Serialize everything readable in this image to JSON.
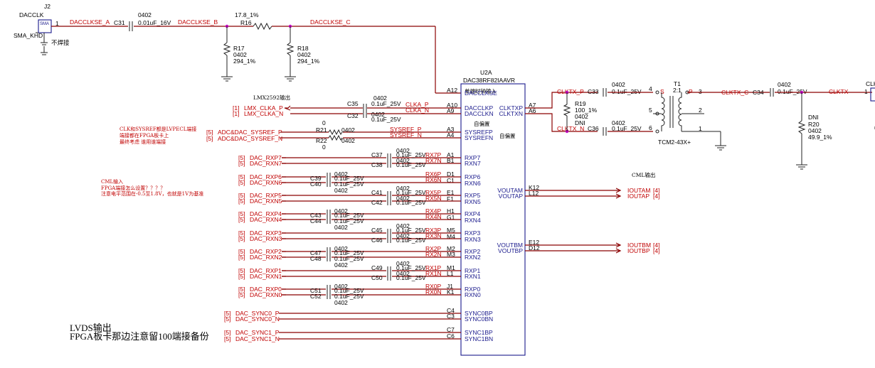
{
  "connector": {
    "name": "DACCLK",
    "ref": "J2",
    "label": "SMA",
    "type": "SMA_KHD",
    "pin": "1",
    "note": "不焊接"
  },
  "components": {
    "c31": {
      "ref": "C31",
      "pkg": "0402",
      "val": "0.01uF_16V"
    },
    "r16": {
      "ref": "R16",
      "val": "17.8_1%"
    },
    "r17": {
      "ref": "R17",
      "pkg": "0402",
      "val": "294_1%"
    },
    "r18": {
      "ref": "R18",
      "pkg": "0402",
      "val": "294_1%"
    },
    "r19": {
      "ref": "R19",
      "val": "100_1%",
      "pkg": "0402",
      "note": "DNI"
    },
    "r20": {
      "ref": "R20",
      "pkg": "0402",
      "val": "49.9_1%",
      "note": "DNI"
    },
    "r21": {
      "ref": "R21",
      "pkg": "0402",
      "val": "0"
    },
    "r22": {
      "ref": "R22",
      "pkg": "0402",
      "val": "0"
    },
    "c33": {
      "ref": "C33",
      "pkg": "0402",
      "val": "0.1uF_25V"
    },
    "c36": {
      "ref": "C36",
      "pkg": "0402",
      "val": "0.1uF_25V"
    },
    "c34": {
      "ref": "C34",
      "pkg": "0402",
      "val": "0.1uF_25V"
    },
    "t1": {
      "ref": "T1",
      "ratio": "2:1",
      "part": "TCM2-43X+",
      "s": "S",
      "p": "P"
    },
    "clk_conn": {
      "ref": "CLK"
    }
  },
  "nets": {
    "dacclkse_a": "DACCLKSE_A",
    "dacclkse_b": "DACCLKSE_B",
    "dacclkse_c": "DACCLKSE_C",
    "clktx_p": "CLKTX_P",
    "clktx_n": "CLKTX_N",
    "clktx_c": "CLKTX_C",
    "clktx": "CLKTX",
    "clka_p": "CLKA_P",
    "clka_n": "CLKA_N",
    "sysref_p": "SYSREF_P",
    "sysref_n": "SYSREF_N"
  },
  "chip": {
    "ref": "U2A",
    "part": "DAC38RF82IAAVR",
    "pins_left": [
      {
        "name": "DACCLKSE",
        "num": "A12"
      },
      {
        "name": "DACCLKP",
        "num": "A10"
      },
      {
        "name": "DACCLKN",
        "num": "A9"
      },
      {
        "name": "SYSREFP",
        "num": "A3"
      },
      {
        "name": "SYSREFN",
        "num": "A4"
      },
      {
        "name": "RXP7",
        "num": "A1"
      },
      {
        "name": "RXN7",
        "num": "B1"
      },
      {
        "name": "RXP6",
        "num": "D1"
      },
      {
        "name": "RXN6",
        "num": "C1"
      },
      {
        "name": "RXP5",
        "num": "E1"
      },
      {
        "name": "RXN5",
        "num": "F1"
      },
      {
        "name": "RXP4",
        "num": "H1"
      },
      {
        "name": "RXN4",
        "num": "G1"
      },
      {
        "name": "RXP3",
        "num": "M5"
      },
      {
        "name": "RXN3",
        "num": "M4"
      },
      {
        "name": "RXP2",
        "num": "M2"
      },
      {
        "name": "RXN2",
        "num": "M3"
      },
      {
        "name": "RXP1",
        "num": "M1"
      },
      {
        "name": "RXN1",
        "num": "L1"
      },
      {
        "name": "RXP0",
        "num": "J1"
      },
      {
        "name": "RXN0",
        "num": "K1"
      },
      {
        "name": "SYNC0BP",
        "num": "C4"
      },
      {
        "name": "SYNC0BN",
        "num": "C3"
      },
      {
        "name": "SYNC1BP",
        "num": "C7"
      },
      {
        "name": "SYNC1BN",
        "num": "C6"
      }
    ],
    "pins_right": [
      {
        "name": "CLKTXP",
        "num": "A7"
      },
      {
        "name": "CLKTXN",
        "num": "A6"
      },
      {
        "name": "VOUTAM",
        "num": "K12"
      },
      {
        "name": "VOUTAP",
        "num": "L12"
      },
      {
        "name": "VOUTBM",
        "num": "E12"
      },
      {
        "name": "VOUTBP",
        "num": "D12"
      }
    ],
    "notes": {
      "single_input": "单端时钟输入",
      "self_bias1": "自偏置",
      "self_bias2": "自偏置"
    }
  },
  "inputs": [
    {
      "ref": "[1]",
      "name": "LMX_CLKA_P"
    },
    {
      "ref": "[1]",
      "name": "LMX_CLKA_N"
    },
    {
      "ref": "[5]",
      "name": "ADC&DAC_SYSREF_P"
    },
    {
      "ref": "[5]",
      "name": "ADC&DAC_SYSREF_N"
    },
    {
      "ref": "[5]",
      "name": "DAC_RXP7"
    },
    {
      "ref": "[5]",
      "name": "DAC_RXN7"
    },
    {
      "ref": "[5]",
      "name": "DAC_RXP6"
    },
    {
      "ref": "[5]",
      "name": "DAC_RXN6"
    },
    {
      "ref": "[5]",
      "name": "DAC_RXP5"
    },
    {
      "ref": "[5]",
      "name": "DAC_RXN5"
    },
    {
      "ref": "[5]",
      "name": "DAC_RXP4"
    },
    {
      "ref": "[5]",
      "name": "DAC_RXN4"
    },
    {
      "ref": "[5]",
      "name": "DAC_RXP3"
    },
    {
      "ref": "[5]",
      "name": "DAC_RXN3"
    },
    {
      "ref": "[5]",
      "name": "DAC_RXP2"
    },
    {
      "ref": "[5]",
      "name": "DAC_RXN2"
    },
    {
      "ref": "[5]",
      "name": "DAC_RXP1"
    },
    {
      "ref": "[5]",
      "name": "DAC_RXN1"
    },
    {
      "ref": "[5]",
      "name": "DAC_RXP0"
    },
    {
      "ref": "[5]",
      "name": "DAC_RXN0"
    },
    {
      "ref": "[5]",
      "name": "DAC_SYNC0_P"
    },
    {
      "ref": "[5]",
      "name": "DAC_SYNC0_N"
    },
    {
      "ref": "[5]",
      "name": "DAC_SYNC1_P"
    },
    {
      "ref": "[5]",
      "name": "DAC_SYNC1_N"
    }
  ],
  "lane_caps": [
    {
      "p": "C37",
      "n": "C38",
      "pnet": "RX7P",
      "nnet": "RX7N"
    },
    {
      "p": "C39",
      "n": "C40",
      "pnet": "RX6P",
      "nnet": "RX6N"
    },
    {
      "p": "C41",
      "n": "C42",
      "pnet": "RX5P",
      "nnet": "RX5N"
    },
    {
      "p": "C43",
      "n": "C44",
      "pnet": "RX4P",
      "nnet": "RX4N"
    },
    {
      "p": "C45",
      "n": "C46",
      "pnet": "RX3P",
      "nnet": "RX3N"
    },
    {
      "p": "C47",
      "n": "C48",
      "pnet": "RX2P",
      "nnet": "RX2N"
    },
    {
      "p": "C49",
      "n": "C50",
      "pnet": "RX1P",
      "nnet": "RX1N"
    },
    {
      "p": "C51",
      "n": "C52",
      "pnet": "RX0P",
      "nnet": "RX0N"
    }
  ],
  "clk_caps": {
    "p": "C35",
    "n": "C32"
  },
  "cap_pkg": "0402",
  "cap_val": "0.1uF_25V",
  "outputs": [
    {
      "name": "IOUTAM",
      "ref": "[4]"
    },
    {
      "name": "IOUTAP",
      "ref": "[4]"
    },
    {
      "name": "IOUTBM",
      "ref": "[4]"
    },
    {
      "name": "IOUTBP",
      "ref": "[4]"
    }
  ],
  "notes": {
    "lmx_out": "LMX2592输出",
    "clk_note1": "CLK和SYSREF都是LVPECL端接",
    "clk_note2": "端接都在FPGA板卡上",
    "clk_note3": "最终考虑 谁用谁端接",
    "cml_in1": "CML输入",
    "cml_in2": "FPGA端接怎么设置？？？？",
    "cml_in3": "注意电平范围在-0.5至1.8V，也就是1V为基准",
    "cml_out": "CML输出",
    "lvds1": "LVDS输出",
    "lvds2": "FPGA板卡那边注意留100端接备份"
  },
  "transformer_pins": [
    "4",
    "5",
    "6",
    "3",
    "2",
    "1"
  ],
  "clk_conn_pin": "1"
}
